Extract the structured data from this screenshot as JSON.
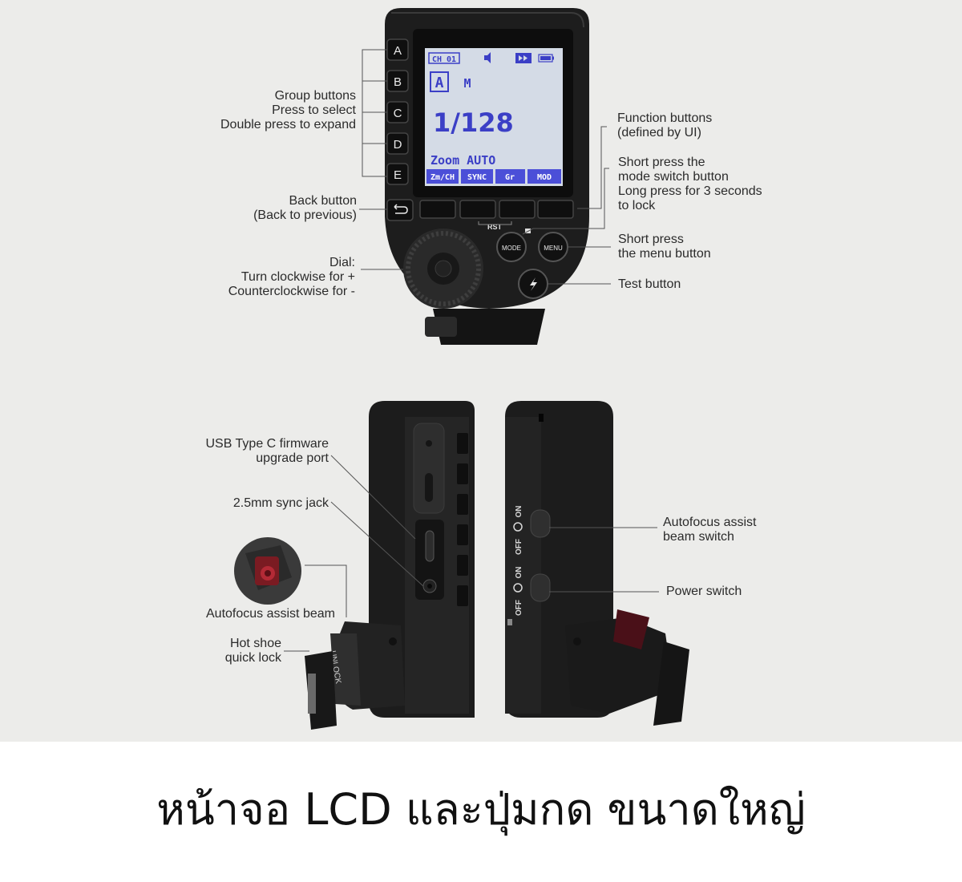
{
  "screen": {
    "channel": "CH 01",
    "group_letter": "A",
    "mode": "M",
    "power": "1/128",
    "zoom": "Zoom AUTO",
    "softkeys": [
      "Zm/CH",
      "SYNC",
      "Gr",
      "MOD"
    ]
  },
  "device": {
    "group_buttons": [
      "A",
      "B",
      "C",
      "D",
      "E"
    ],
    "rst_label": "RST",
    "mode_button": "MODE",
    "menu_button": "MENU",
    "switch1_on": "ON",
    "switch1_off": "OFF",
    "switch2_on": "ON",
    "switch2_off": "OFF",
    "unlock": "UNLOCK"
  },
  "labels": {
    "group_buttons": [
      "Group buttons",
      "Press to select",
      "Double press to expand"
    ],
    "back_button": [
      "Back button",
      "(Back to previous)"
    ],
    "dial": [
      "Dial:",
      "Turn clockwise for +",
      "Counterclockwise for -"
    ],
    "function_buttons": [
      "Function buttons",
      "(defined by UI)"
    ],
    "mode_switch": [
      "Short press the",
      "mode switch button",
      "Long press for 3 seconds",
      "to lock"
    ],
    "menu": [
      "Short press",
      "the menu button"
    ],
    "test": "Test button",
    "usb": [
      "USB Type C firmware",
      "upgrade port"
    ],
    "sync_jack": "2.5mm sync jack",
    "af_beam": "Autofocus assist beam",
    "hot_shoe": [
      "Hot shoe",
      "quick lock"
    ],
    "af_switch": [
      "Autofocus assist",
      "beam switch"
    ],
    "power_switch": "Power switch"
  },
  "caption": "หน้าจอ LCD และปุ่มกด ขนาดใหญ่",
  "colors": {
    "background": "#ececea",
    "lcd": "#d4dbe6",
    "softkey": "#4b4fd8",
    "body": "#1d1d1d"
  }
}
